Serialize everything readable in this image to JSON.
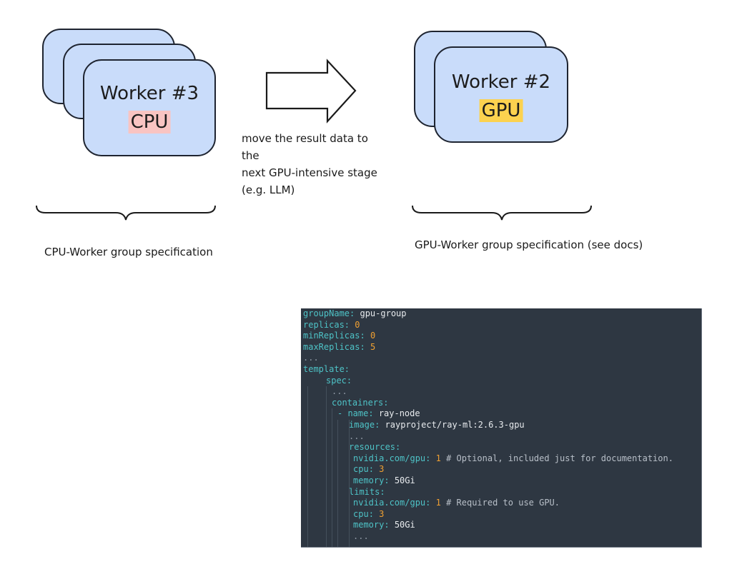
{
  "cpu_group": {
    "worker_title": "Worker #3",
    "hardware_tag": "CPU",
    "hardware_tag_color": "#f9c4c2",
    "stack_count": 3,
    "caption": "CPU-Worker group specification"
  },
  "gpu_group": {
    "worker_title": "Worker #2",
    "hardware_tag": "GPU",
    "hardware_tag_color": "#fcd24f",
    "stack_count": 2,
    "caption": "GPU-Worker group specification (see docs)"
  },
  "arrow": {
    "caption_lines": [
      "move the result data to",
      "the",
      "next GPU-intensive stage",
      "(e.g. LLM)"
    ]
  },
  "card_fill_color": "#c9dcfa",
  "code_block": {
    "lines": [
      {
        "indent": 0,
        "tokens": [
          {
            "t": "k",
            "s": "groupName"
          },
          {
            "t": "p",
            "s": ": "
          },
          {
            "t": "v",
            "s": "gpu-group"
          }
        ]
      },
      {
        "indent": 0,
        "tokens": [
          {
            "t": "k",
            "s": "replicas"
          },
          {
            "t": "p",
            "s": ": "
          },
          {
            "t": "n",
            "s": "0"
          }
        ]
      },
      {
        "indent": 0,
        "tokens": [
          {
            "t": "k",
            "s": "minReplicas"
          },
          {
            "t": "p",
            "s": ": "
          },
          {
            "t": "n",
            "s": "0"
          }
        ]
      },
      {
        "indent": 0,
        "tokens": [
          {
            "t": "k",
            "s": "maxReplicas"
          },
          {
            "t": "p",
            "s": ": "
          },
          {
            "t": "n",
            "s": "5"
          }
        ]
      },
      {
        "indent": 0,
        "tokens": [
          {
            "t": "d",
            "s": "..."
          }
        ]
      },
      {
        "indent": 0,
        "tokens": [
          {
            "t": "k",
            "s": "template"
          },
          {
            "t": "p",
            "s": ":"
          }
        ]
      },
      {
        "indent": 1,
        "tokens": [
          {
            "t": "k",
            "s": "spec"
          },
          {
            "t": "p",
            "s": ":"
          }
        ]
      },
      {
        "indent": 2,
        "tokens": [
          {
            "t": "d",
            "s": "..."
          }
        ]
      },
      {
        "indent": 2,
        "tokens": [
          {
            "t": "k",
            "s": "containers"
          },
          {
            "t": "p",
            "s": ":"
          }
        ]
      },
      {
        "indent": 3,
        "tokens": [
          {
            "t": "p",
            "s": "- "
          },
          {
            "t": "k",
            "s": "name"
          },
          {
            "t": "p",
            "s": ": "
          },
          {
            "t": "v",
            "s": "ray-node"
          }
        ]
      },
      {
        "indent": 4,
        "tokens": [
          {
            "t": "k",
            "s": "image"
          },
          {
            "t": "p",
            "s": ": "
          },
          {
            "t": "v",
            "s": "rayproject/ray-ml:2.6.3-gpu"
          }
        ]
      },
      {
        "indent": 4,
        "tokens": [
          {
            "t": "d",
            "s": "..."
          }
        ]
      },
      {
        "indent": 4,
        "tokens": [
          {
            "t": "k",
            "s": "resources"
          },
          {
            "t": "p",
            "s": ":"
          }
        ]
      },
      {
        "indent": 5,
        "tokens": [
          {
            "t": "k",
            "s": "nvidia.com/gpu"
          },
          {
            "t": "p",
            "s": ": "
          },
          {
            "t": "n",
            "s": "1"
          },
          {
            "t": "c",
            "s": " # Optional, included just for documentation."
          }
        ]
      },
      {
        "indent": 5,
        "tokens": [
          {
            "t": "k",
            "s": "cpu"
          },
          {
            "t": "p",
            "s": ": "
          },
          {
            "t": "n",
            "s": "3"
          }
        ]
      },
      {
        "indent": 5,
        "tokens": [
          {
            "t": "k",
            "s": "memory"
          },
          {
            "t": "p",
            "s": ": "
          },
          {
            "t": "v",
            "s": "50Gi"
          }
        ]
      },
      {
        "indent": 4,
        "tokens": [
          {
            "t": "k",
            "s": "limits"
          },
          {
            "t": "p",
            "s": ":"
          }
        ]
      },
      {
        "indent": 5,
        "tokens": [
          {
            "t": "k",
            "s": "nvidia.com/gpu"
          },
          {
            "t": "p",
            "s": ": "
          },
          {
            "t": "n",
            "s": "1"
          },
          {
            "t": "c",
            "s": " # Required to use GPU."
          }
        ]
      },
      {
        "indent": 5,
        "tokens": [
          {
            "t": "k",
            "s": "cpu"
          },
          {
            "t": "p",
            "s": ": "
          },
          {
            "t": "n",
            "s": "3"
          }
        ]
      },
      {
        "indent": 5,
        "tokens": [
          {
            "t": "k",
            "s": "memory"
          },
          {
            "t": "p",
            "s": ": "
          },
          {
            "t": "v",
            "s": "50Gi"
          }
        ]
      },
      {
        "indent": 5,
        "tokens": [
          {
            "t": "d",
            "s": "..."
          }
        ]
      }
    ]
  }
}
